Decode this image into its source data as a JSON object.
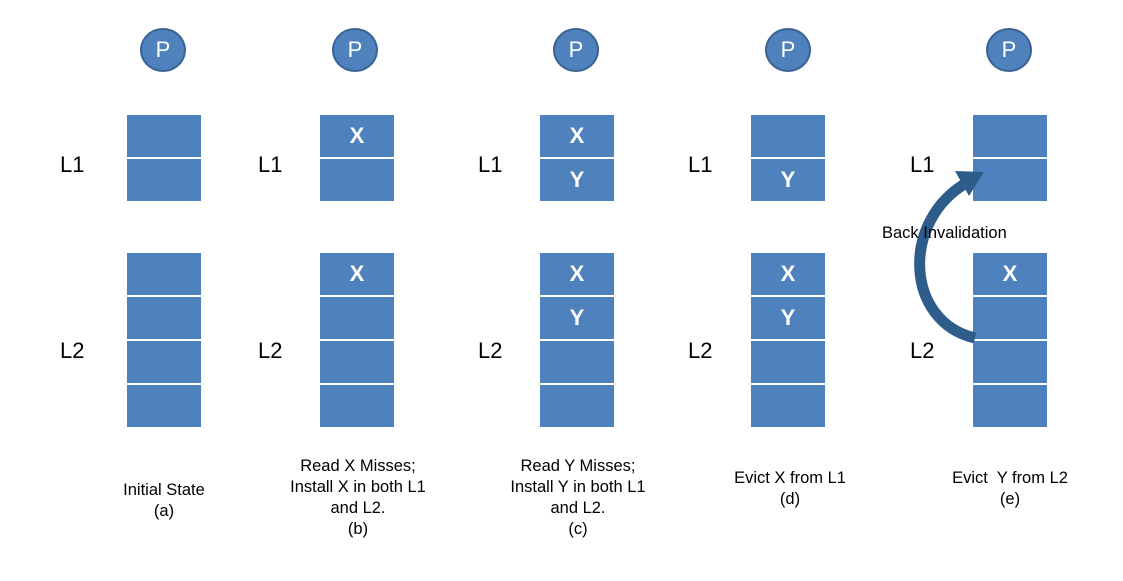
{
  "processor_label": "P",
  "level_labels": {
    "l1": "L1",
    "l2": "L2"
  },
  "panels": [
    {
      "id": "a",
      "l1_blocks": [
        "",
        ""
      ],
      "l2_blocks": [
        "",
        "",
        "",
        ""
      ],
      "caption": [
        "Initial State",
        "(a)"
      ]
    },
    {
      "id": "b",
      "l1_blocks": [
        "X",
        ""
      ],
      "l2_blocks": [
        "X",
        "",
        "",
        ""
      ],
      "caption": [
        "Read X Misses;",
        "Install X in both L1",
        "and L2.",
        "(b)"
      ]
    },
    {
      "id": "c",
      "l1_blocks": [
        "X",
        "Y"
      ],
      "l2_blocks": [
        "X",
        "Y",
        "",
        ""
      ],
      "caption": [
        "Read Y Misses;",
        "Install Y in both L1",
        "and L2.",
        "(c)"
      ]
    },
    {
      "id": "d",
      "l1_blocks": [
        "",
        "Y"
      ],
      "l2_blocks": [
        "X",
        "Y",
        "",
        ""
      ],
      "caption": [
        "Evict X from L1",
        "(d)"
      ]
    },
    {
      "id": "e",
      "l1_blocks": [
        "",
        ""
      ],
      "l2_blocks": [
        "X",
        "",
        "",
        ""
      ],
      "caption": [
        "Evict  Y from L2",
        "(e)"
      ]
    }
  ],
  "annotation": {
    "back_invalidation": "Back Invalidation"
  },
  "colors": {
    "block": "#4f81bd",
    "block_border": "#ffffff",
    "arrow": "#2e5d8c"
  }
}
